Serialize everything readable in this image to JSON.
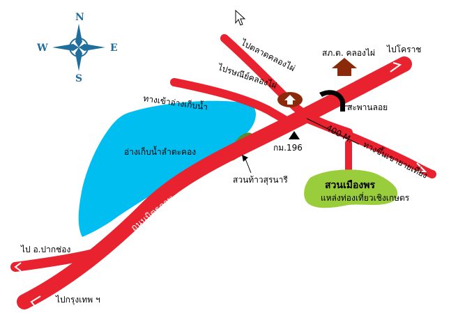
{
  "map": {
    "compass": {
      "north": "N",
      "south": "S",
      "east": "E",
      "west": "W"
    },
    "labels": {
      "to_talat_khlong_phai": "ไปตลาดคลองไผ่",
      "to_post_office_khlong_phai": "ไปรษณีย์คลองไผ่",
      "to_khorat": "ไปโคราช",
      "police_station": "สภ.ต. คลองไผ่",
      "reservoir_entrance": "ทางเข้าอ่างเก็บน้ำ",
      "reservoir": "อ่างเก็บน้ำลำตะคอง",
      "bridge": "สะพานลอย",
      "distance": "400 M.",
      "km_marker": "กม.196",
      "road_up_yai_thiang": "ทางขึ้นเขายายเที่ยง",
      "thao_suranari_park": "สวนท้าวสุรนารี",
      "mittraphap_road": "ถนนมิตรภาพ",
      "park_name": "สวนเมืองพร",
      "park_subtitle": "แหล่งท่องเที่ยวเชิงเกษตร",
      "to_pak_chong": "ไป อ.ปากช่อง",
      "to_bangkok": "ไปกรุงเทพ ฯ"
    },
    "colors": {
      "road": "#e8222e",
      "road_outline": "#f05a5a",
      "reservoir": "#00bff0",
      "thao_suranari_park": "#5b8a2e",
      "park": "#9acd3b",
      "building": "#8b2a0a",
      "compass": "#1f6e9e"
    },
    "icons": [
      "compass-rose-icon",
      "cursor-arrow-icon",
      "house-icon",
      "km-marker-triangle-icon",
      "bridge-icon"
    ]
  }
}
